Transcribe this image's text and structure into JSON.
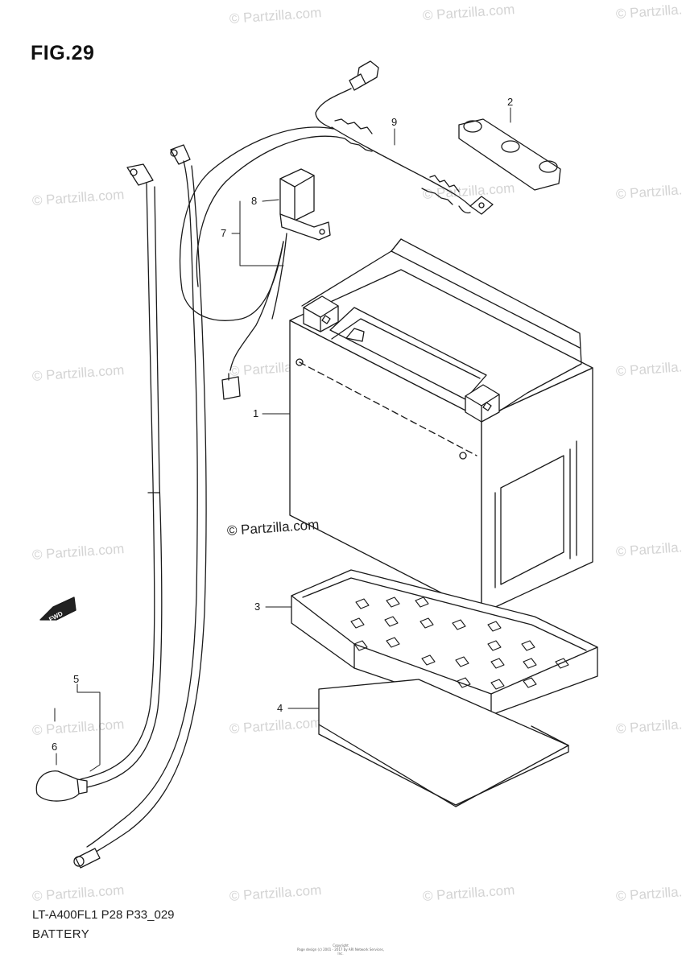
{
  "figure": {
    "title": "FIG.29",
    "code": "LT-A400FL1 P28 P33_029",
    "name": "BATTERY"
  },
  "callouts": [
    "1",
    "2",
    "3",
    "4",
    "5",
    "6",
    "7",
    "8",
    "9"
  ],
  "forward_marker": "FWD",
  "copyright_main": "© Partzilla.com",
  "watermark_text": "© Partzilla.com",
  "fine_print": {
    "line1": "Copyright",
    "line2": "Page design (c) 2001 - 2017 by ARI Network Services, Inc."
  },
  "colors": {
    "line": "#1a1a1a",
    "watermark": "#d4d4d4",
    "background": "#ffffff"
  }
}
